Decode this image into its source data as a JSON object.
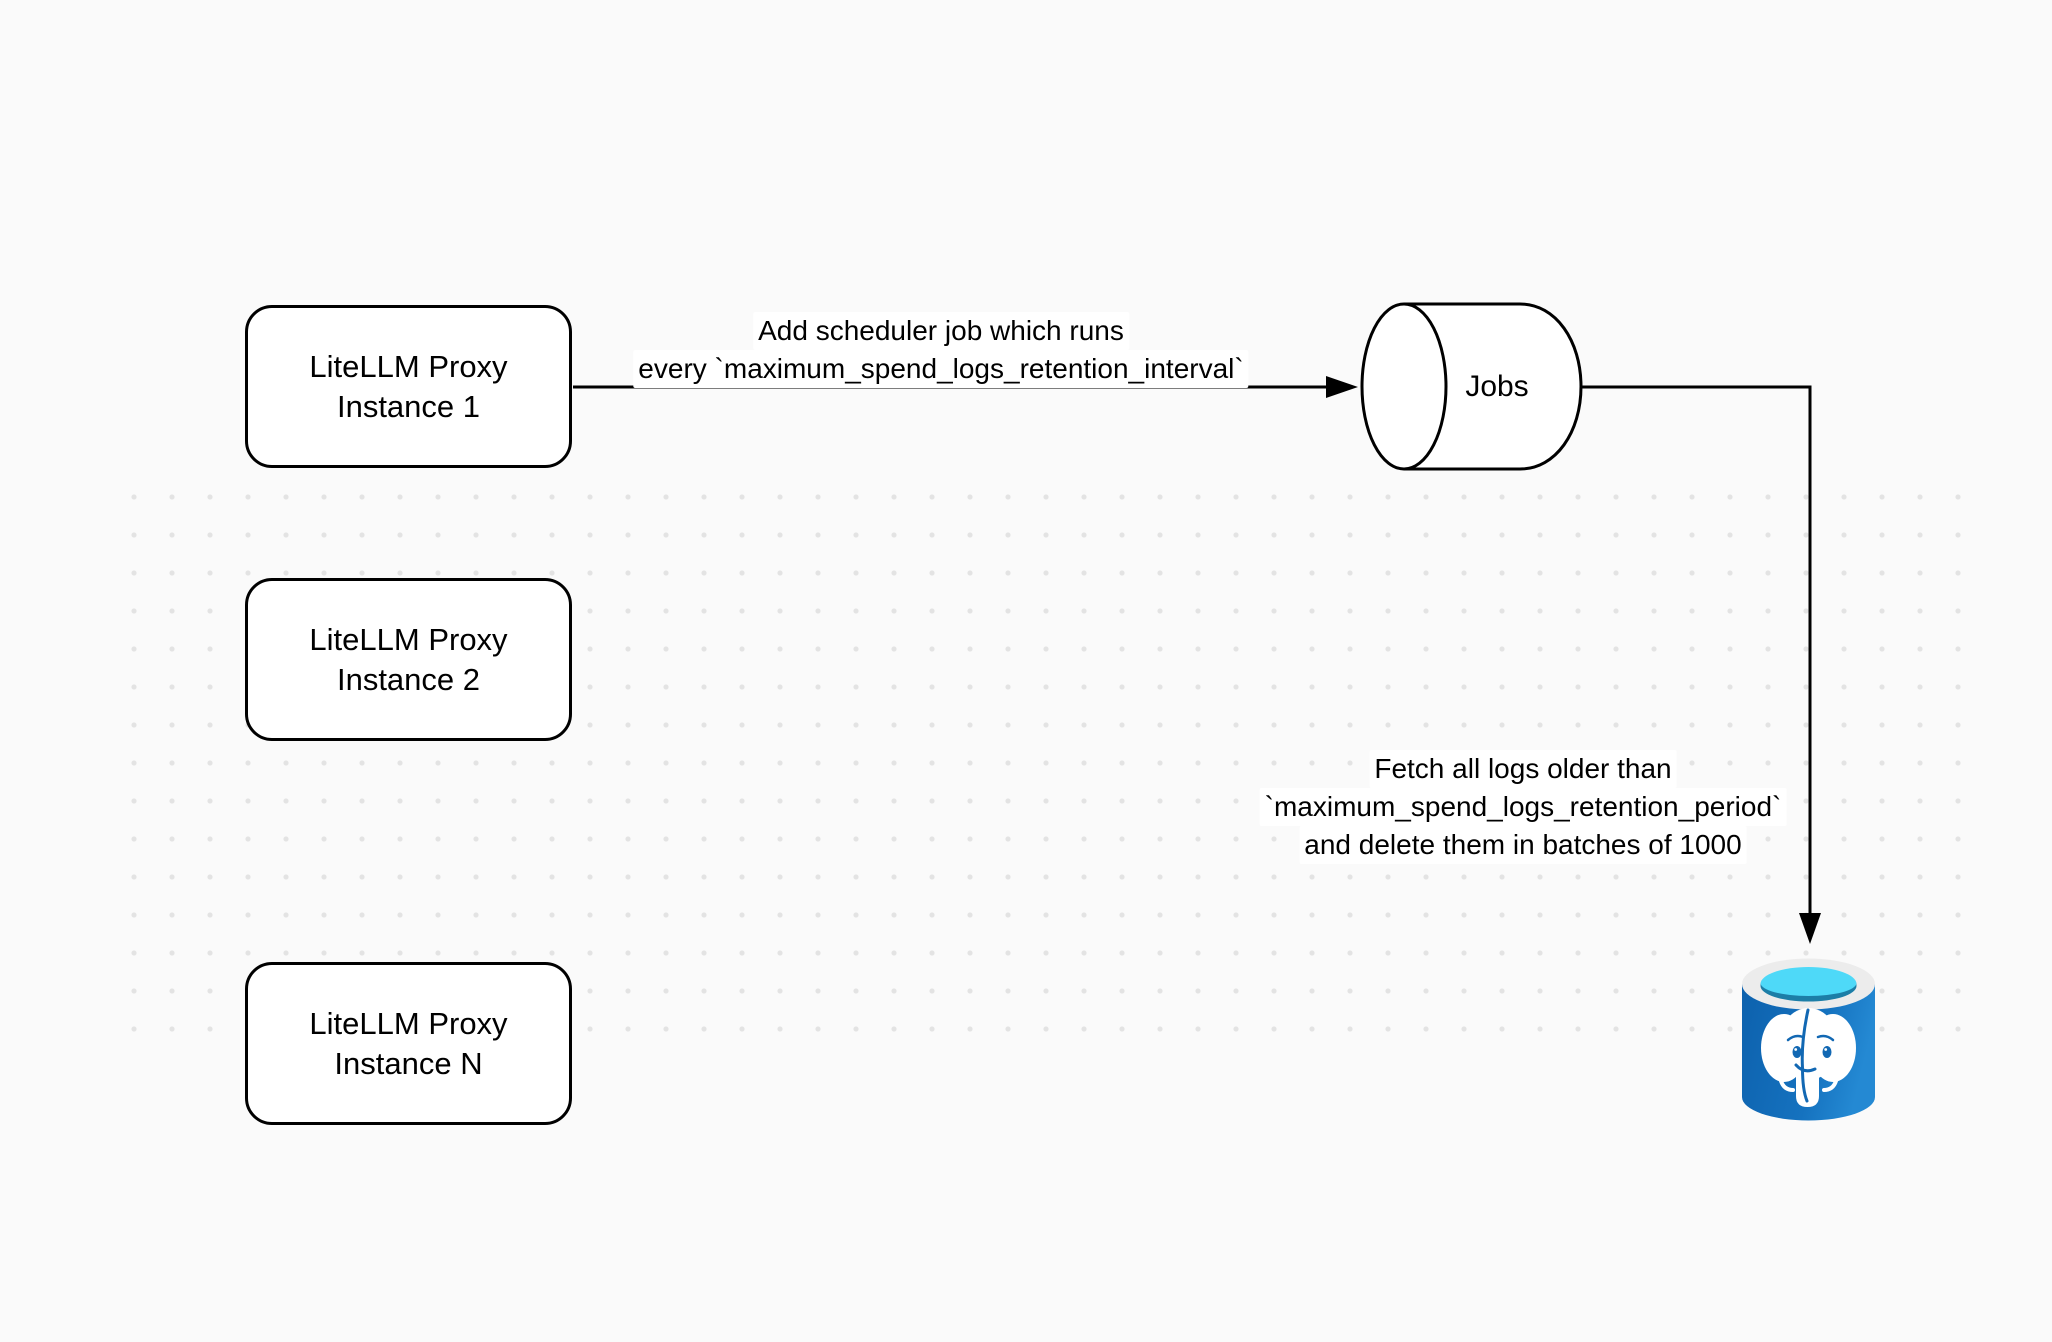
{
  "diagram": {
    "title": "LiteLLM spend logs retention scheduler diagram",
    "background_color": "#fafafa",
    "dot_color": "#e3e3e3",
    "stroke_color": "#000000"
  },
  "nodes": {
    "instance1": {
      "line1": "LiteLLM Proxy",
      "line2": "Instance 1"
    },
    "instance2": {
      "line1": "LiteLLM Proxy",
      "line2": "Instance 2"
    },
    "instanceN": {
      "line1": "LiteLLM Proxy",
      "line2": "Instance N"
    },
    "jobs": {
      "label": "Jobs"
    },
    "postgres": {
      "icon_name": "postgresql-elephant-database-icon",
      "body_color_dark": "#0d61ad",
      "body_color_light": "#2489d3",
      "rim_color": "#ececec",
      "top_cyan": "#4ed9f8",
      "top_teal": "#1c7ea7",
      "elephant_color": "#ffffff"
    }
  },
  "edges": {
    "scheduler": {
      "line1": "Add scheduler job which runs",
      "line2": "every `maximum_spend_logs_retention_interval`"
    },
    "fetch": {
      "line1": "Fetch all logs older than",
      "line2": "`maximum_spend_logs_retention_period`",
      "line3": "and delete them in batches of 1000"
    }
  }
}
